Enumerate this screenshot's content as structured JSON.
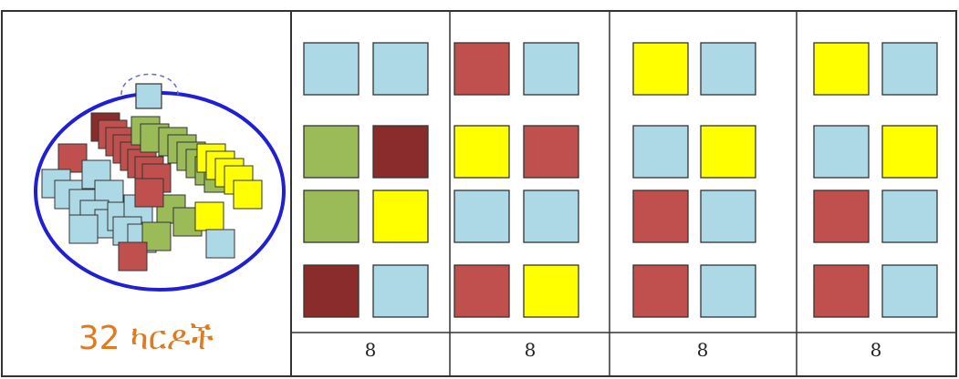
{
  "left_panel": {
    "caption": "32 ካርዶች"
  },
  "colors": {
    "light_blue": "#add8e6",
    "dark_red": "#8b2c2c",
    "red": "#c0504d",
    "green": "#9bbb59",
    "yellow": "#ffff00",
    "circle_blue": "#1f1fd6",
    "caption_orange": "#e07a1f"
  },
  "columns": [
    {
      "label": "8",
      "cards": [
        "light_blue",
        "light_blue",
        "green",
        "dark_red",
        "green",
        "yellow",
        "dark_red",
        "light_blue"
      ]
    },
    {
      "label": "8",
      "cards": [
        "red",
        "light_blue",
        "yellow",
        "red",
        "light_blue",
        "light_blue",
        "red",
        "yellow"
      ]
    },
    {
      "label": "8",
      "cards": [
        "yellow",
        "light_blue",
        "light_blue",
        "yellow",
        "red",
        "light_blue",
        "red",
        "light_blue"
      ]
    },
    {
      "label": "8",
      "cards": [
        "yellow",
        "light_blue",
        "light_blue",
        "yellow",
        "red",
        "light_blue",
        "red",
        "light_blue"
      ]
    }
  ]
}
